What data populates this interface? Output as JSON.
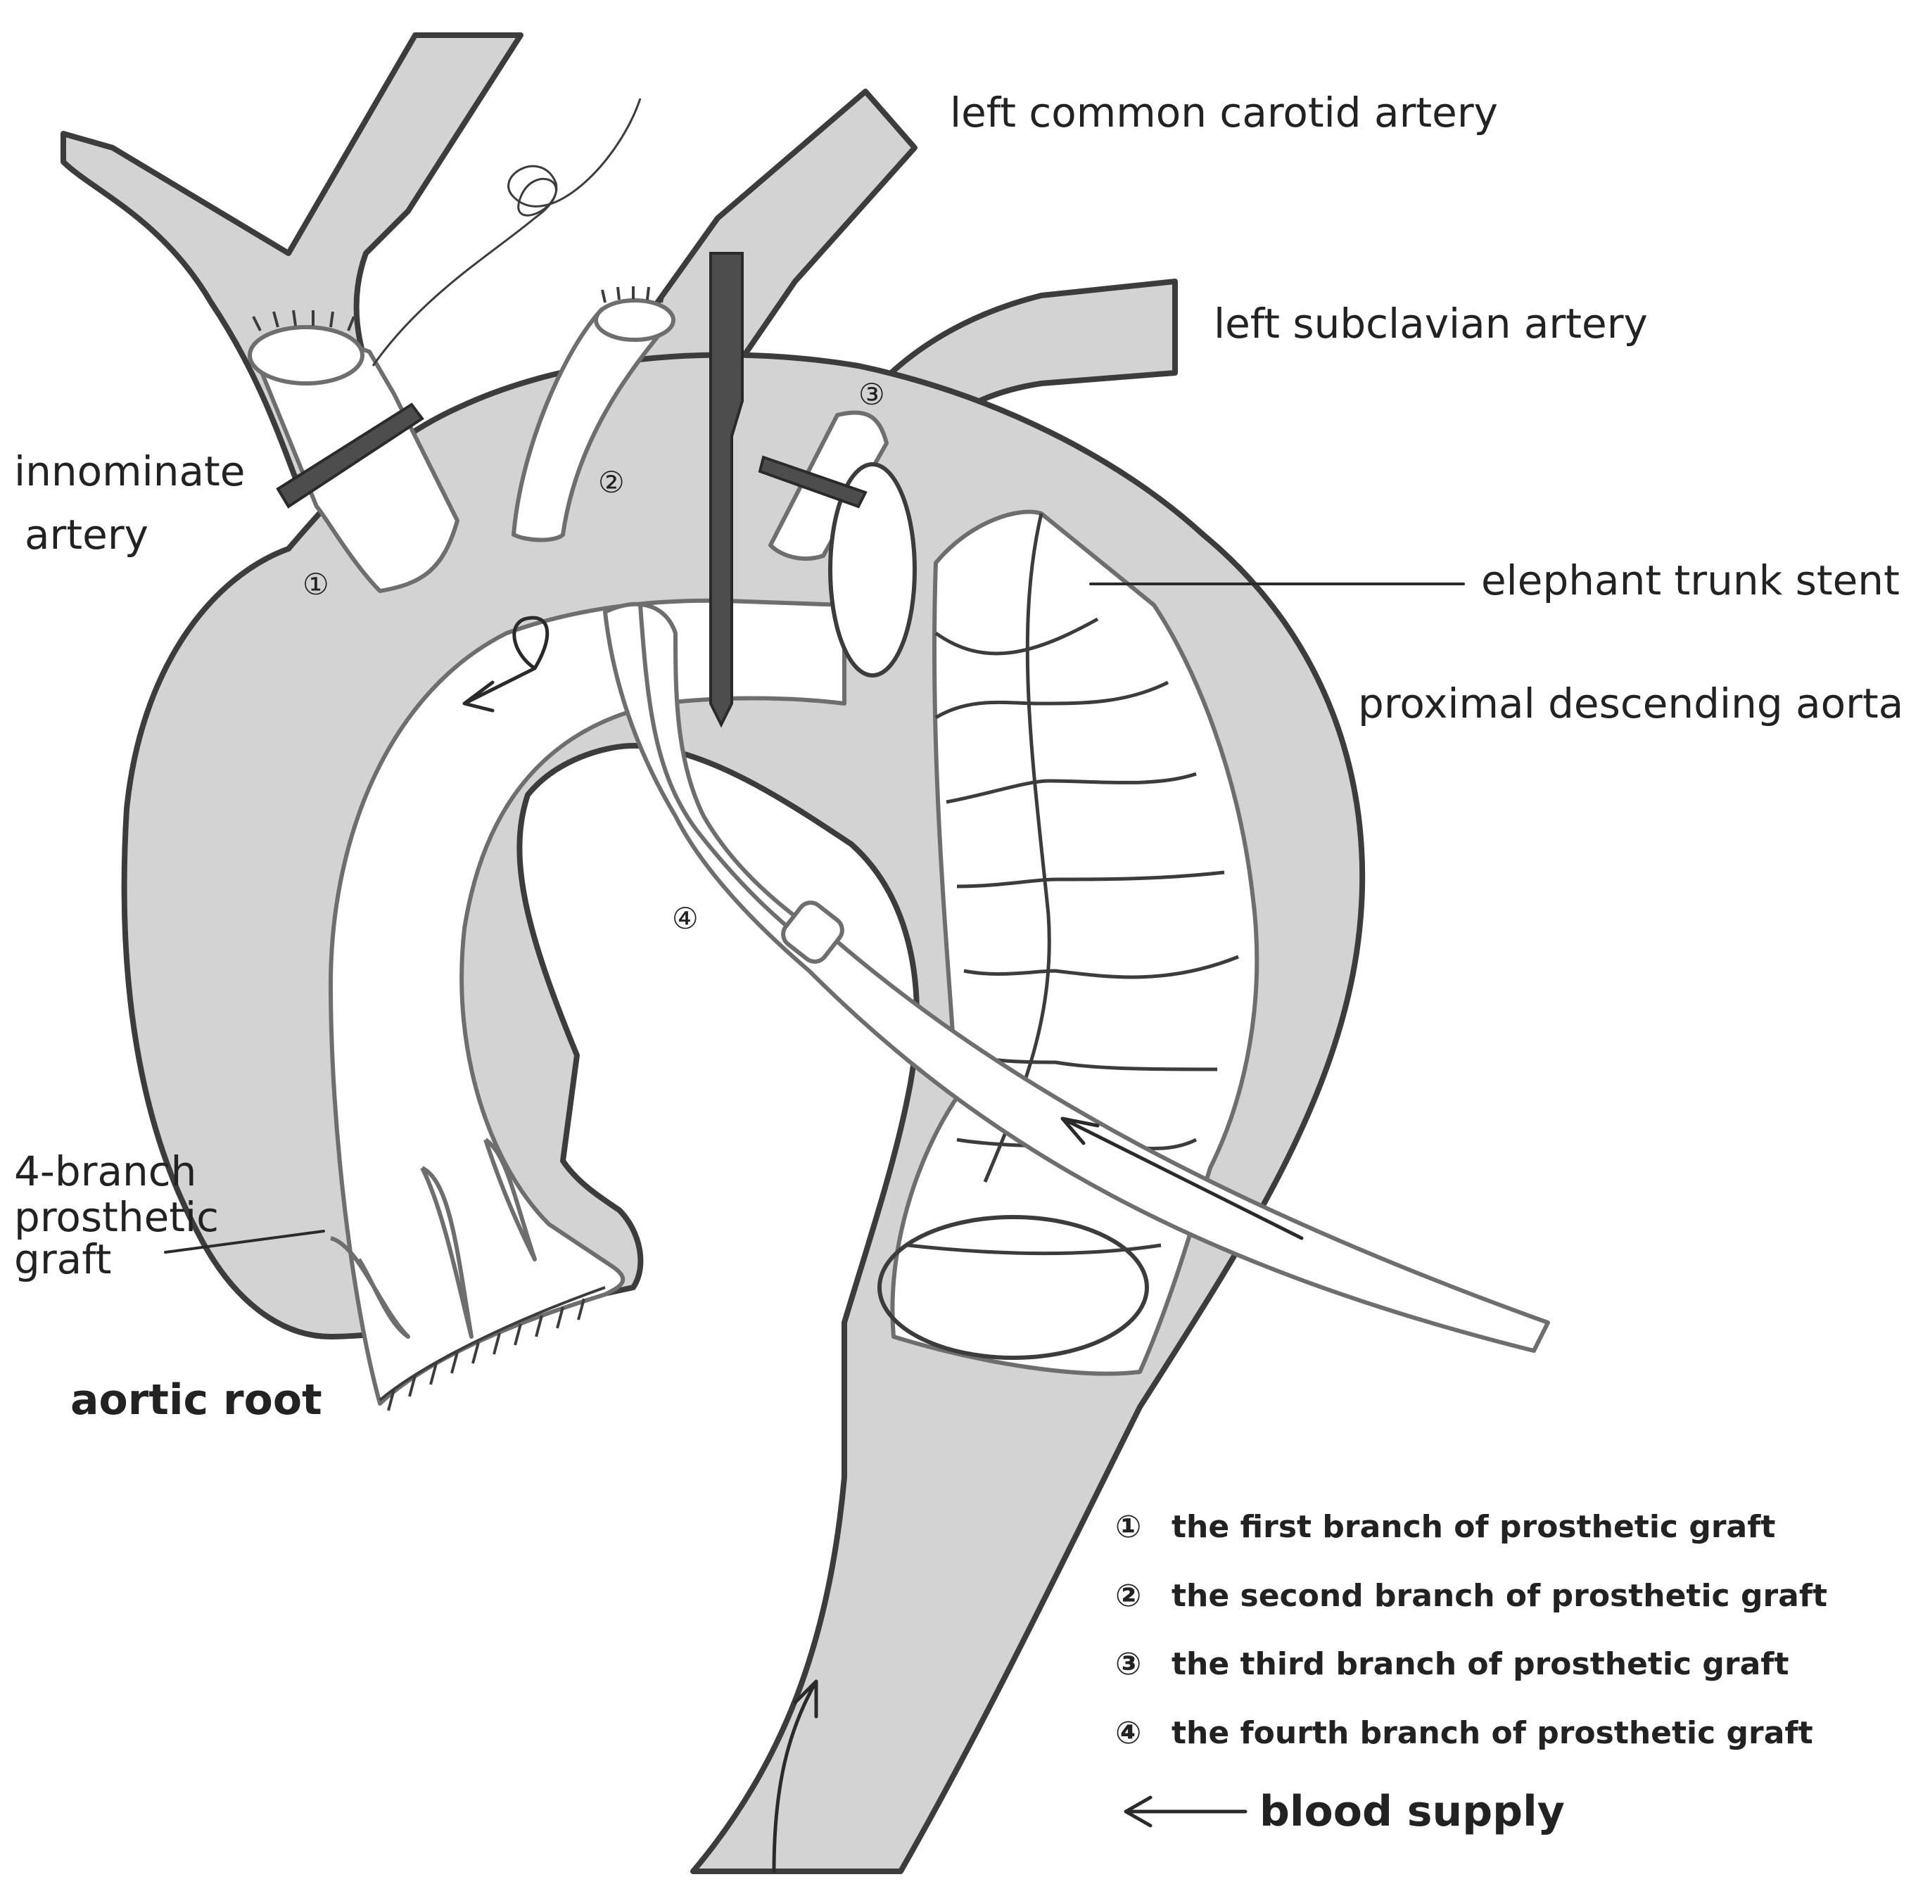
{
  "labels": {
    "lcca": "left common carotid artery",
    "lsa": "left subclavian artery",
    "innominate_1": "innominate",
    "innominate_2": "artery",
    "elephant": "elephant trunk stent",
    "proximal": "proximal descending aorta",
    "graft_1": "4-branch",
    "graft_2": "prosthetic",
    "graft_3": "graft",
    "aortic_root": "aortic root"
  },
  "markers": {
    "m1": "①",
    "m2": "②",
    "m3": "③",
    "m4": "④"
  },
  "legend": {
    "items": [
      {
        "symbol": "①",
        "text": "the first branch of prosthetic graft"
      },
      {
        "symbol": "②",
        "text": "the second branch of prosthetic graft"
      },
      {
        "symbol": "③",
        "text": "the third branch of prosthetic graft"
      },
      {
        "symbol": "④",
        "text": "the fourth branch of prosthetic graft"
      }
    ],
    "blood_supply": "blood supply"
  },
  "colors": {
    "vessel_fill": "#d3d3d3",
    "outline": "#3c3c3c",
    "graft_fill": "#ffffff",
    "graft_line": "#6e6e6e",
    "clamp": "#4d4d4d"
  }
}
